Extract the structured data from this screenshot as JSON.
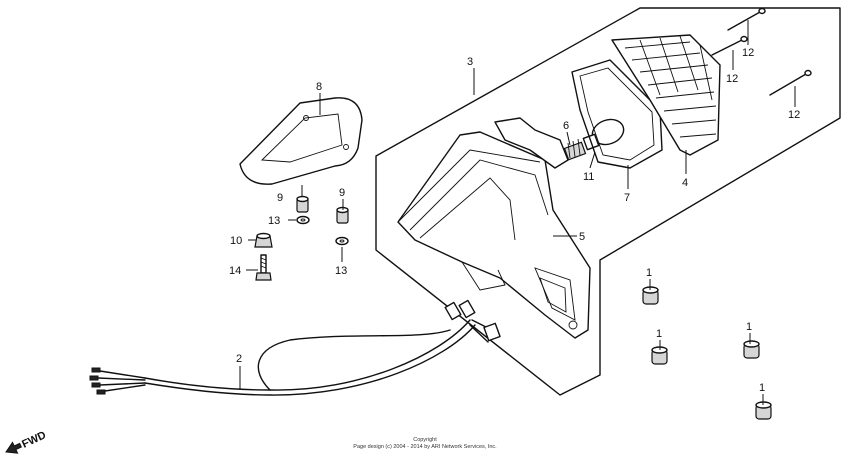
{
  "callouts": {
    "p1": "1",
    "p2": "2",
    "p3": "3",
    "p4": "4",
    "p5": "5",
    "p6": "6",
    "p7": "7",
    "p8": "8",
    "p9": "9",
    "p10": "10",
    "p11": "11",
    "p12": "12",
    "p13": "13",
    "p14": "14"
  },
  "direction_label": "FWD",
  "copyright": {
    "title": "Copyright",
    "line": "Page design (c) 2004 - 2014 by ARI Network Services, Inc."
  }
}
